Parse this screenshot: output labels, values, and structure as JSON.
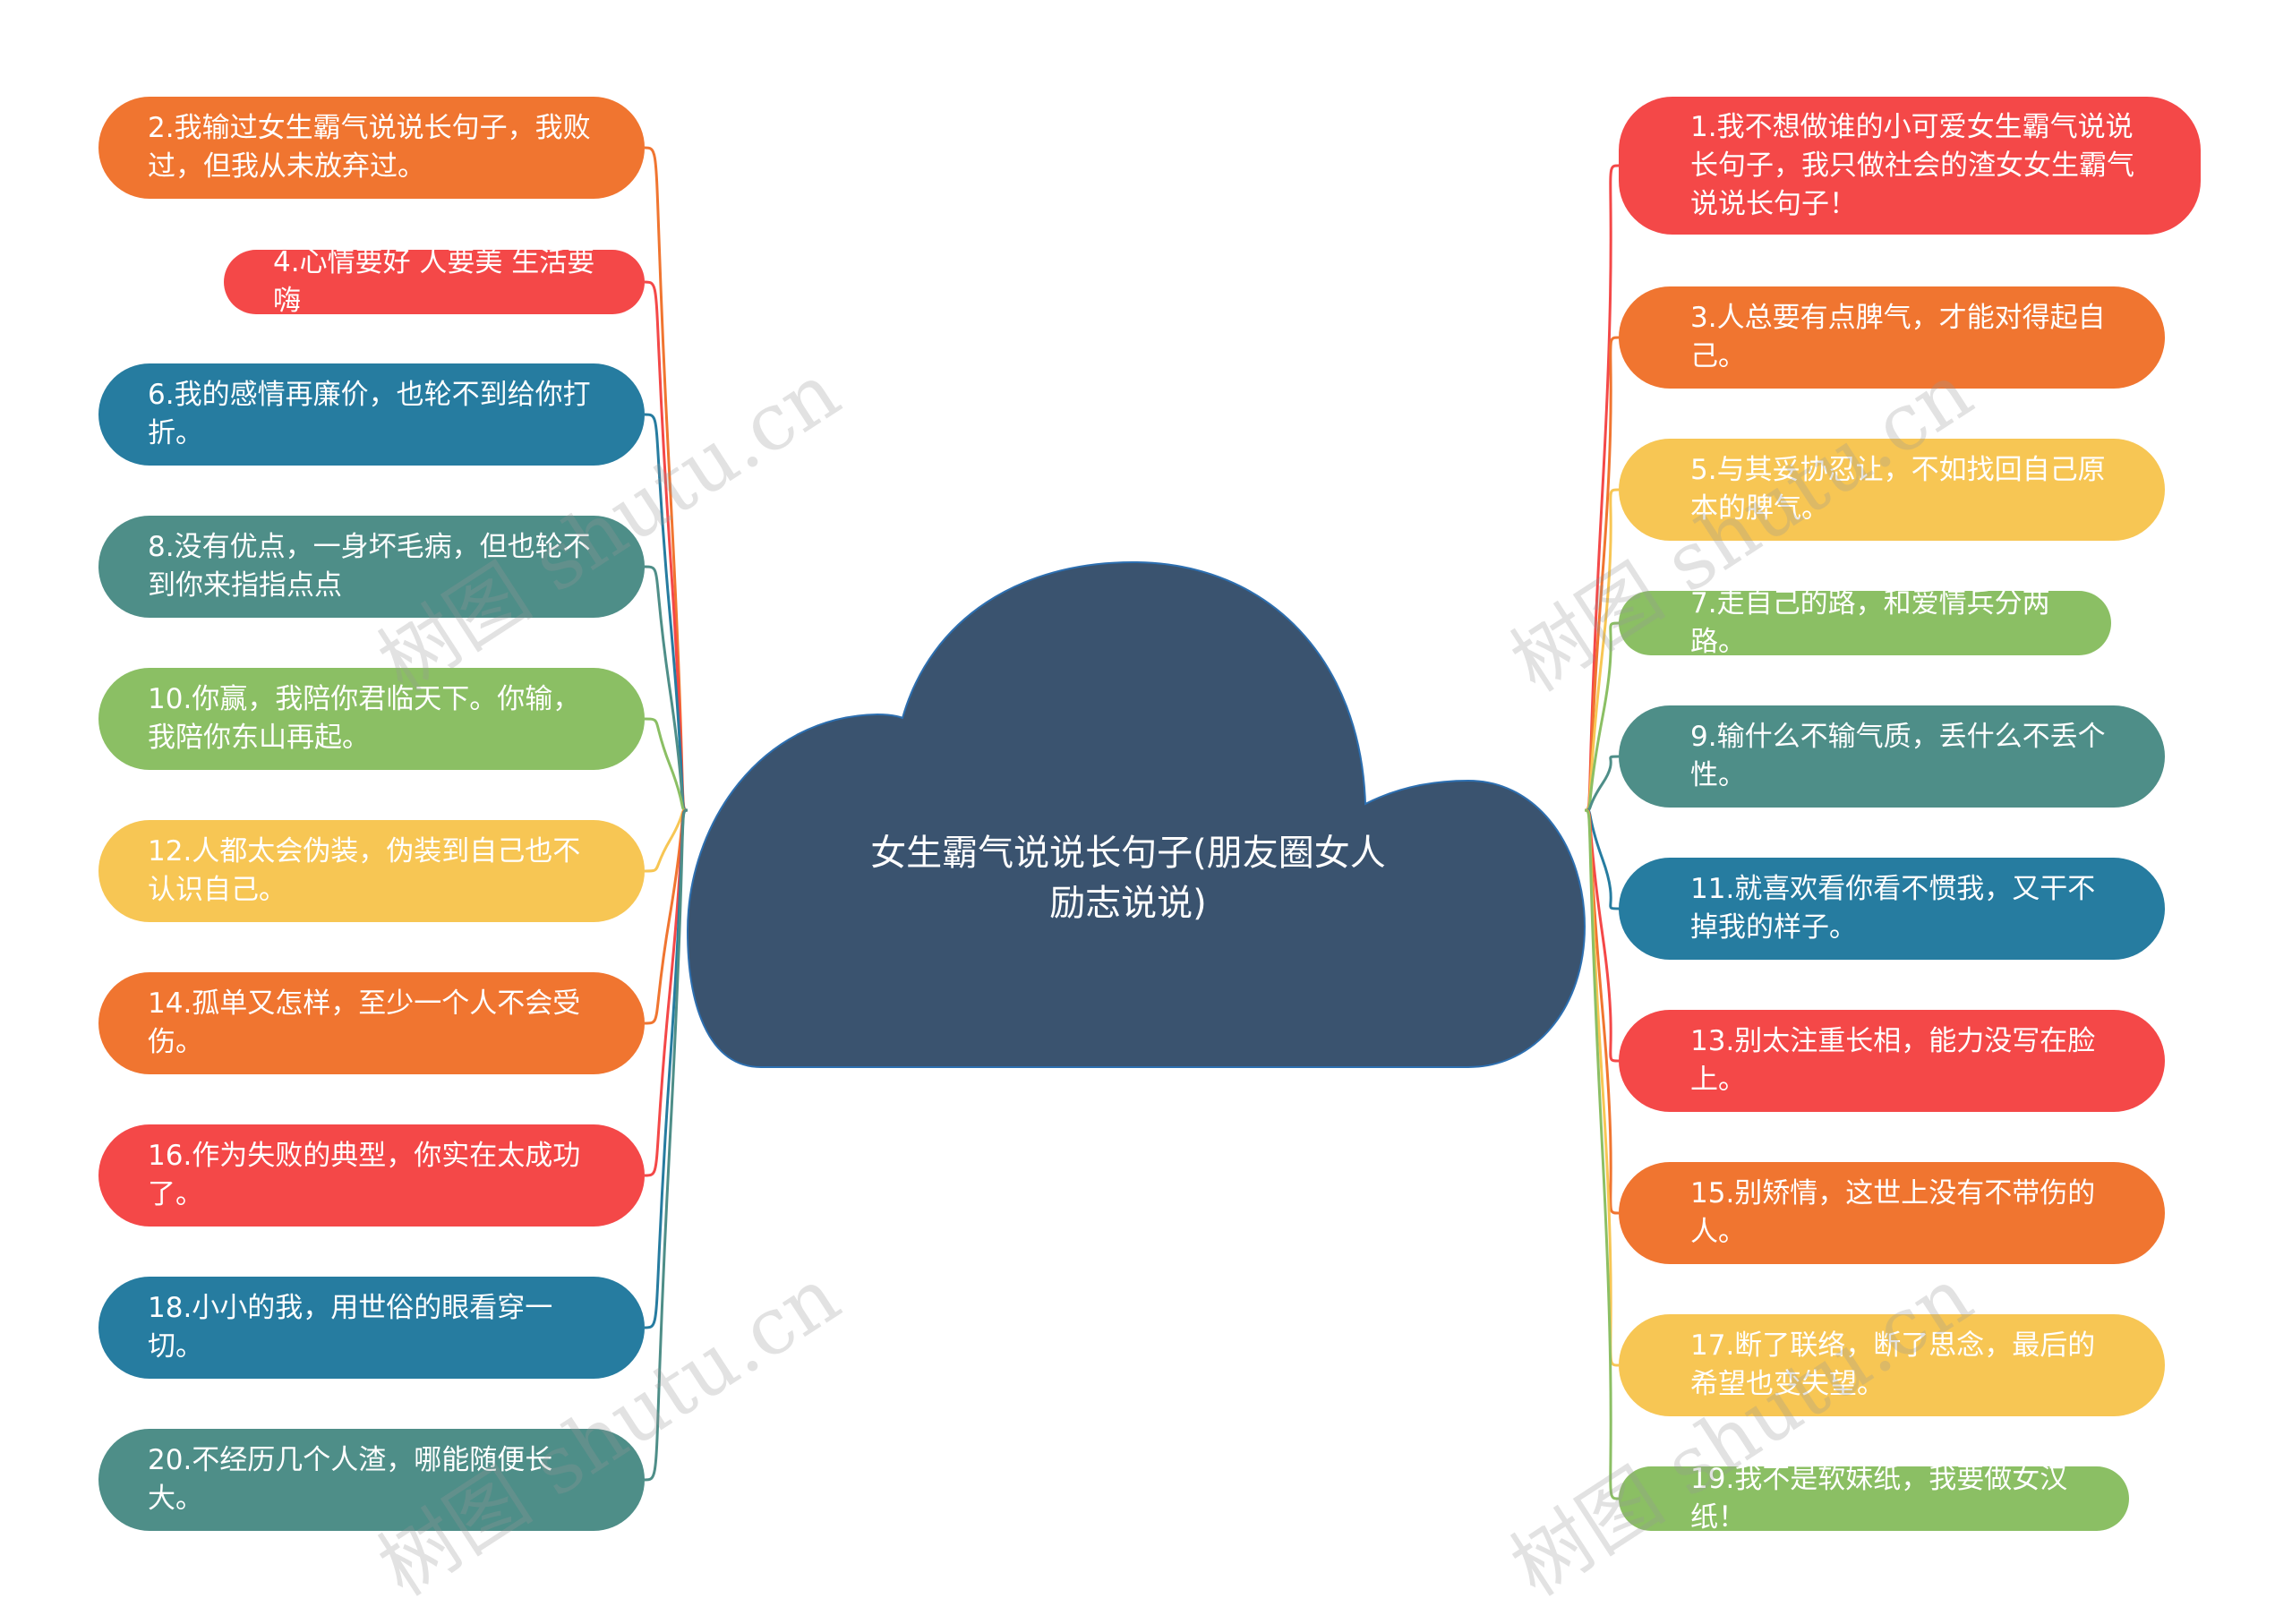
{
  "center": {
    "title": "女生霸气说说长句子(朋友圈女人励志说说)",
    "color": "#3a536f"
  },
  "colors": {
    "orange": "#f07530",
    "red": "#f44848",
    "blue": "#267ca0",
    "teal": "#4e8e88",
    "green": "#8bbf64",
    "yellow": "#f7c654"
  },
  "left_items": [
    {
      "text": "2.我输过女生霸气说说长句子，我败过，但我从未放弃过。",
      "color": "orange"
    },
    {
      "text": "4.心情要好 人要美 生活要嗨",
      "color": "red"
    },
    {
      "text": "6.我的感情再廉价，也轮不到给你打折。",
      "color": "blue"
    },
    {
      "text": "8.没有优点，一身坏毛病，但也轮不到你来指指点点",
      "color": "teal"
    },
    {
      "text": "10.你赢，我陪你君临天下。你输，我陪你东山再起。",
      "color": "green"
    },
    {
      "text": "12.人都太会伪装，伪装到自己也不认识自己。",
      "color": "yellow"
    },
    {
      "text": "14.孤单又怎样，至少一个人不会受伤。",
      "color": "orange"
    },
    {
      "text": "16.作为失败的典型，你实在太成功了。",
      "color": "red"
    },
    {
      "text": "18.小小的我，用世俗的眼看穿一切。",
      "color": "blue"
    },
    {
      "text": "20.不经历几个人渣，哪能随便长大。",
      "color": "teal"
    }
  ],
  "right_items": [
    {
      "text": "1.我不想做谁的小可爱女生霸气说说长句子，我只做社会的渣女女生霸气说说长句子！",
      "color": "red"
    },
    {
      "text": "3.人总要有点脾气，才能对得起自己。",
      "color": "orange"
    },
    {
      "text": "5.与其妥协忍让，不如找回自己原本的脾气。",
      "color": "yellow"
    },
    {
      "text": "7.走自己的路，和爱情兵分两路。",
      "color": "green"
    },
    {
      "text": "9.输什么不输气质，丢什么不丢个性。",
      "color": "teal"
    },
    {
      "text": "11.就喜欢看你看不惯我，又干不掉我的样子。",
      "color": "blue"
    },
    {
      "text": "13.别太注重长相，能力没写在脸上。",
      "color": "red"
    },
    {
      "text": "15.别矫情，这世上没有不带伤的人。",
      "color": "orange"
    },
    {
      "text": "17.断了联络，断了思念，最后的希望也变失望。",
      "color": "yellow"
    },
    {
      "text": "19.我不是软妹纸，我要做女汉纸！",
      "color": "green"
    }
  ],
  "watermark": "树图 shutu.cn"
}
